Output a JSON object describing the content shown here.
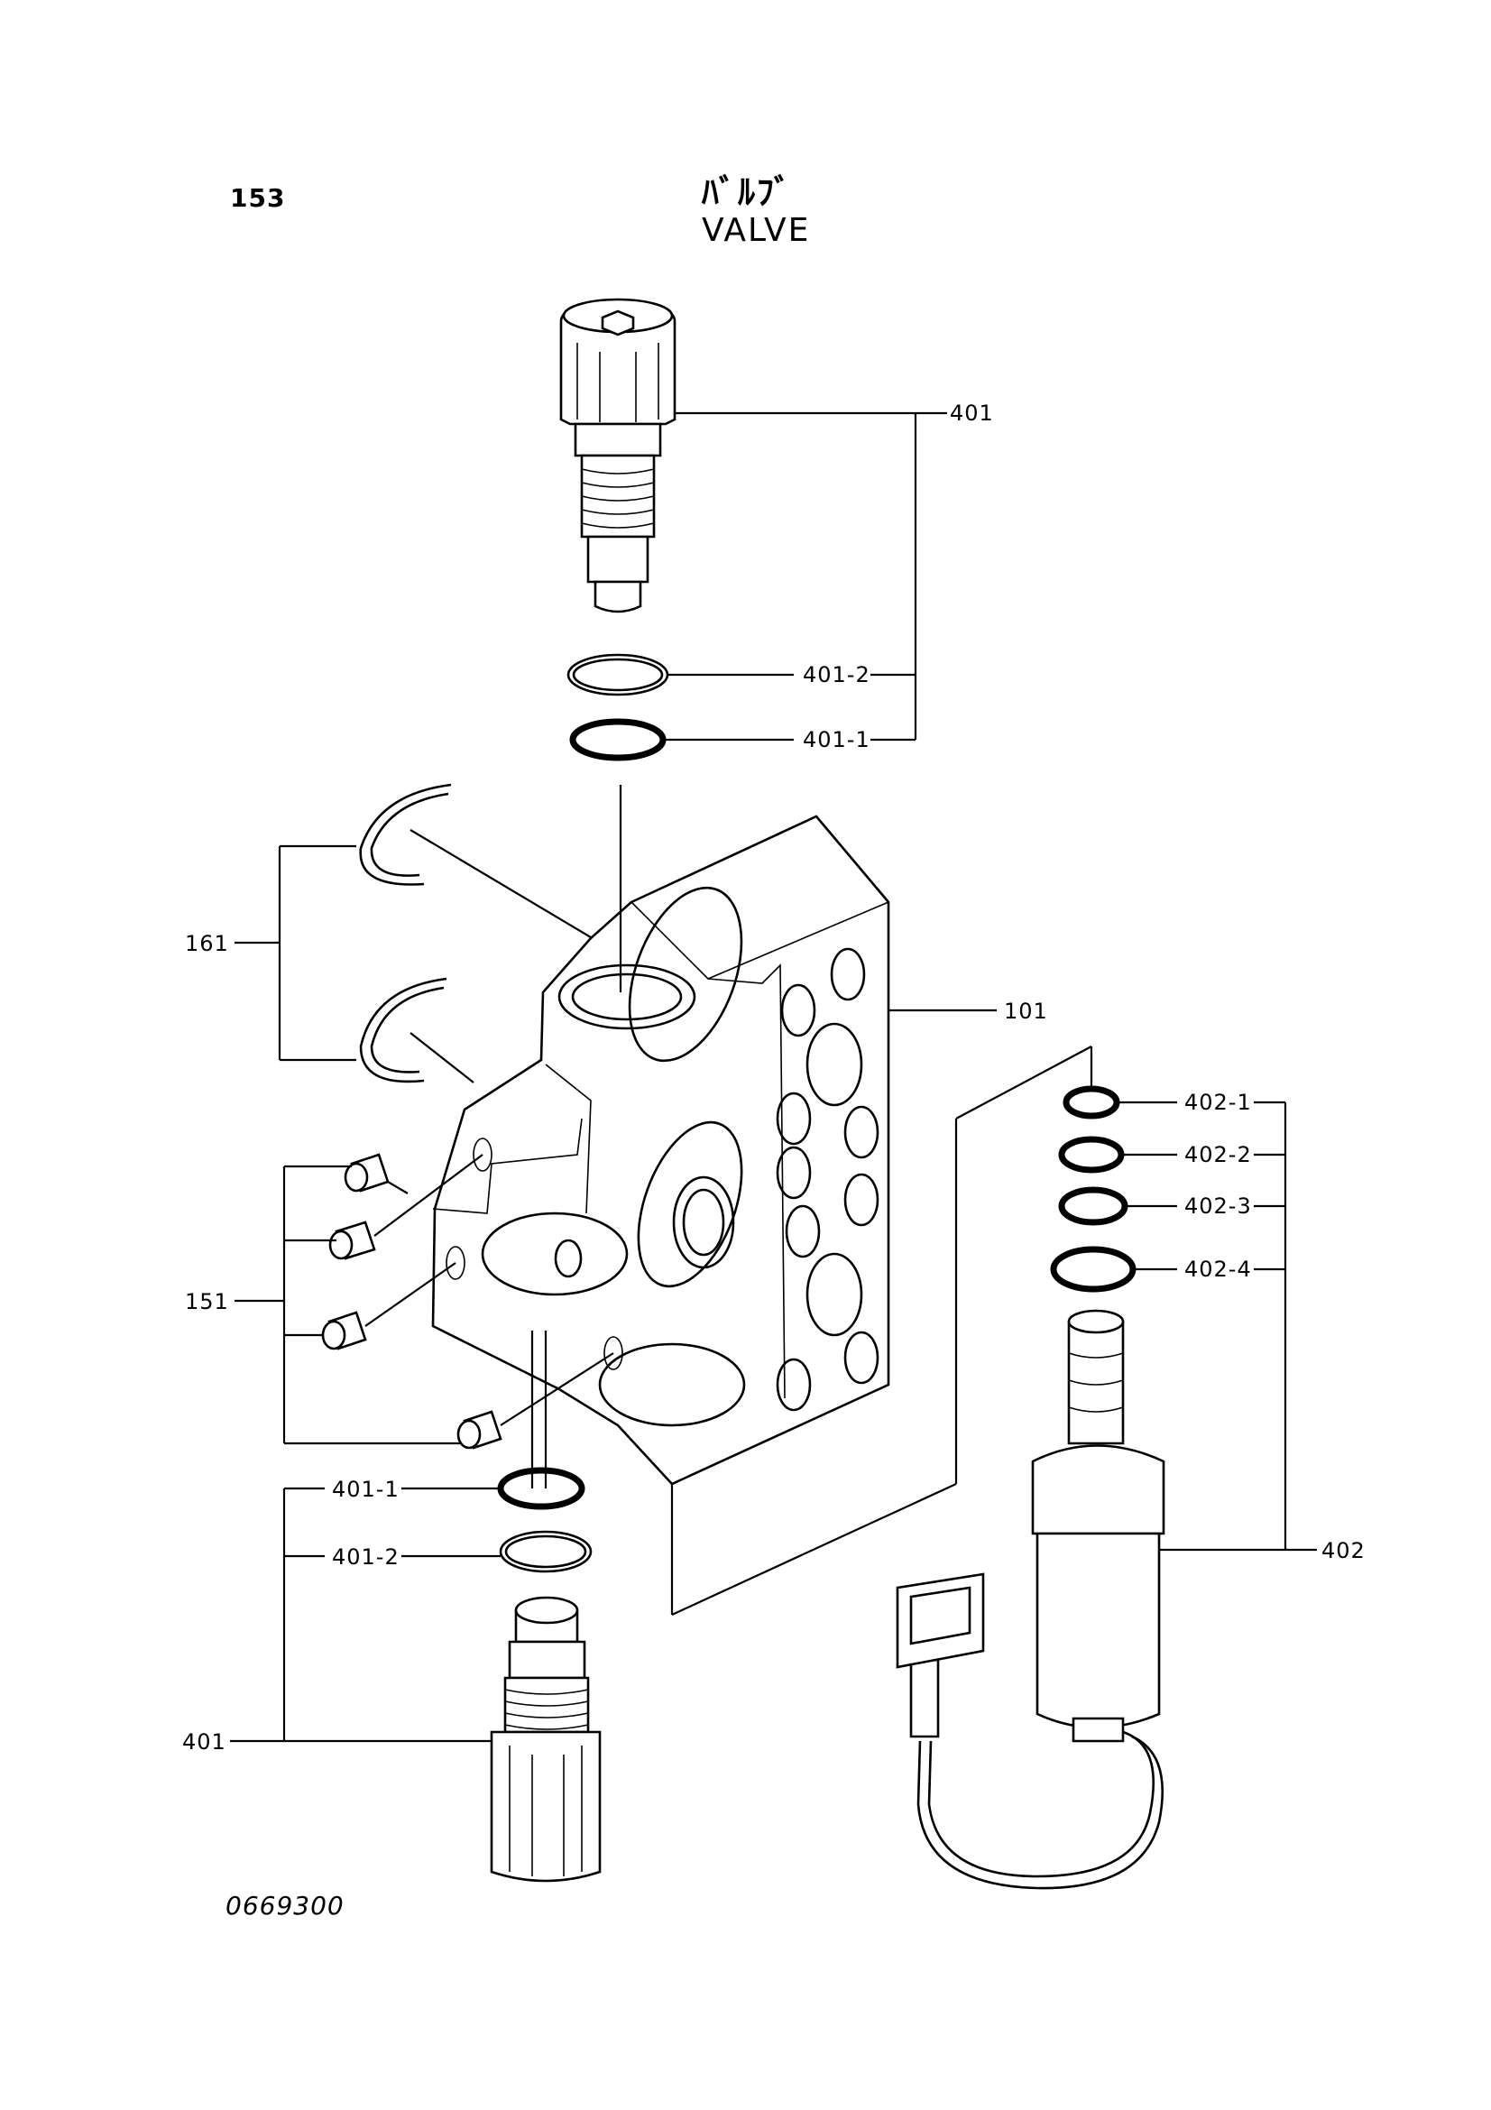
{
  "header": {
    "page_number": "153",
    "title_jp": "ﾊﾞﾙﾌﾞ",
    "title_en": "VALVE"
  },
  "footer": {
    "drawing_number": "0669300"
  },
  "callouts": {
    "c401_top": "401",
    "c401_2_top": "401-2",
    "c401_1_top": "401-1",
    "c161": "161",
    "c101": "101",
    "c402_1": "402-1",
    "c402_2": "402-2",
    "c402_3": "402-3",
    "c402_4": "402-4",
    "c151": "151",
    "c401_1_bottom": "401-1",
    "c401_2_bottom": "401-2",
    "c402": "402",
    "c401_bottom": "401"
  }
}
